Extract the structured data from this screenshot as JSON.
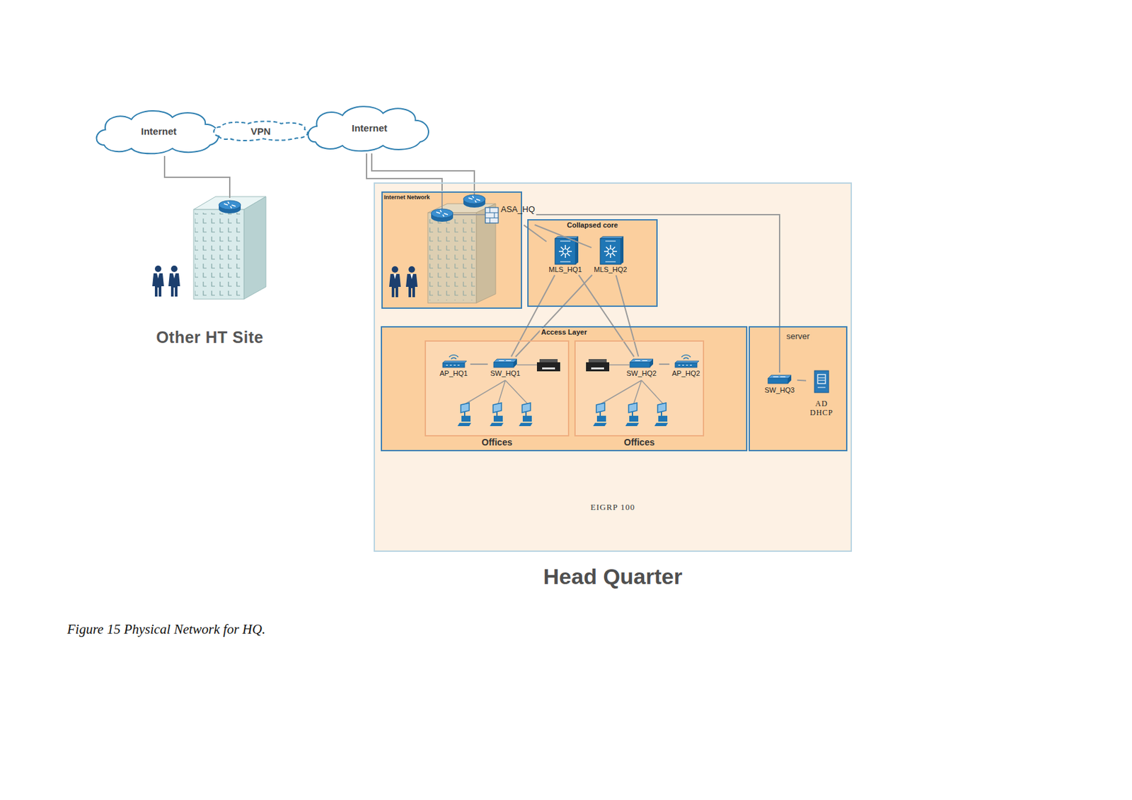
{
  "diagram": {
    "caption": "Figure 15 Physical Network for HQ.",
    "nodes": [
      {
        "text": [
          "Internet"
        ]
      },
      {
        "text": [
          "VPN"
        ]
      },
      {
        "text": [
          "Internet"
        ]
      },
      {
        "text": [
          "Other HT Site"
        ]
      },
      {
        "text": [
          "Head Quarter",
          "EIGRP 100"
        ]
      },
      {
        "text": [
          "Internet Network"
        ],
        "in": 4
      },
      {
        "text": [
          "ASA_HQ"
        ],
        "in": 5
      },
      {
        "text": [
          "Collapsed core"
        ],
        "in": 4
      },
      {
        "text": [
          "MLS_HQ1"
        ],
        "in": 7
      },
      {
        "text": [
          "MLS_HQ2"
        ],
        "in": 7
      },
      {
        "text": [
          "Access Layer"
        ],
        "in": 4
      },
      {
        "text": [
          "Offices"
        ],
        "in": 10
      },
      {
        "text": [
          "AP_HQ1"
        ],
        "in": 11
      },
      {
        "text": [
          "SW_HQ1"
        ],
        "in": 11
      },
      {
        "text": [
          "Offices"
        ],
        "in": 10
      },
      {
        "text": [
          "SW_HQ2"
        ],
        "in": 14
      },
      {
        "text": [
          "AP_HQ2"
        ],
        "in": 14
      },
      {
        "text": [
          "server"
        ],
        "in": 4
      },
      {
        "text": [
          "SW_HQ3"
        ],
        "in": 17
      },
      {
        "text": [
          "AD DHCP"
        ],
        "in": 17
      }
    ],
    "edges": [
      {
        "from": 0,
        "to": 3,
        "arrow": "none"
      },
      {
        "from": 2,
        "to": 5,
        "arrow": "none"
      },
      {
        "from": 2,
        "to": 5,
        "arrow": "none"
      },
      {
        "from": 6,
        "to": 8,
        "arrow": "none"
      },
      {
        "from": 6,
        "to": 9,
        "arrow": "none"
      },
      {
        "from": 6,
        "to": 18,
        "arrow": "none"
      },
      {
        "from": 8,
        "to": 13,
        "arrow": "none"
      },
      {
        "from": 8,
        "to": 15,
        "arrow": "none"
      },
      {
        "from": 9,
        "to": 13,
        "arrow": "none"
      },
      {
        "from": 9,
        "to": 15,
        "arrow": "none"
      },
      {
        "from": 12,
        "to": 13,
        "arrow": "none"
      },
      {
        "from": 15,
        "to": 16,
        "arrow": "none"
      },
      {
        "from": 18,
        "to": 19,
        "arrow": "none"
      }
    ]
  }
}
